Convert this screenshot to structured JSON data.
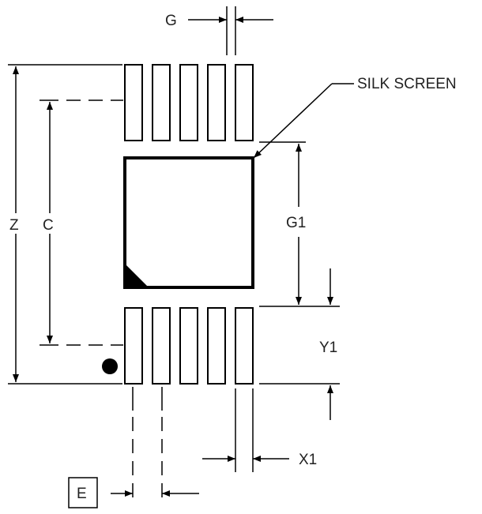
{
  "labels": {
    "g": "G",
    "silk_screen": "SILK SCREEN",
    "z": "Z",
    "c": "C",
    "g1": "G1",
    "y1": "Y1",
    "x1": "X1",
    "e": "E"
  },
  "counts": {
    "pads_top": 5,
    "pads_bottom": 5
  },
  "colors": {
    "ink": "#000000",
    "background": "#ffffff"
  }
}
